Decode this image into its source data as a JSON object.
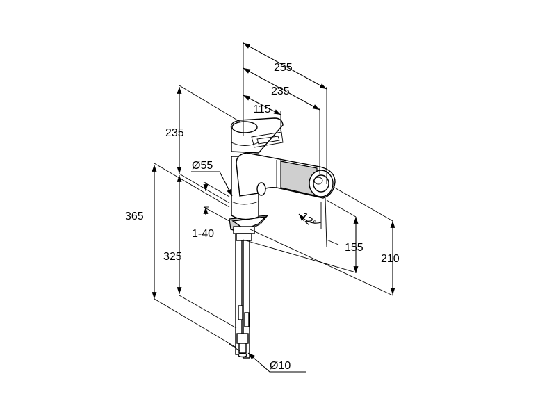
{
  "dimensions": {
    "width_total": "255",
    "width_spout": "235",
    "width_lever": "115",
    "height_lever": "235",
    "base_diameter": "Ø55",
    "height_total": "365",
    "deck_thickness": "1-40",
    "hose_length": "325",
    "swivel_angle": "12°",
    "spout_outlet_height": "155",
    "spout_height": "210",
    "hose_diameter": "Ø10"
  }
}
